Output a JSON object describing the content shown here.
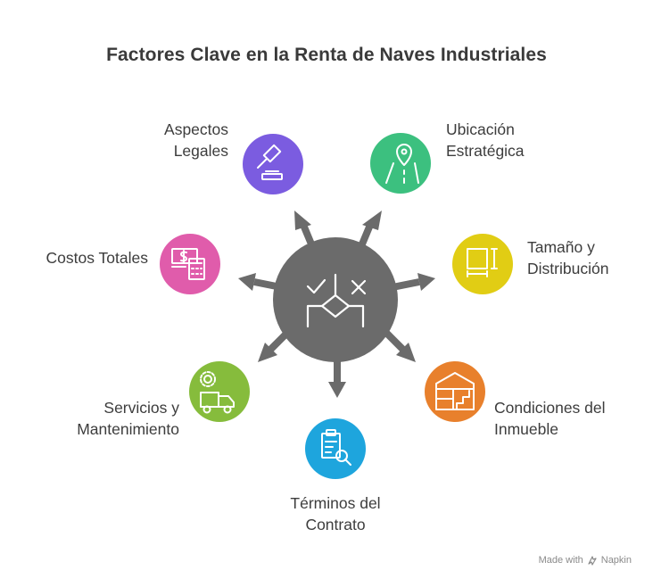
{
  "title": "Factores Clave en la Renta de Naves Industriales",
  "nodes": {
    "legal": {
      "line1": "Aspectos",
      "line2": "Legales",
      "color": "#7b5ce0",
      "icon": "gavel-icon"
    },
    "location": {
      "line1": "Ubicación",
      "line2": "Estratégica",
      "color": "#3cc07f",
      "icon": "map-pin-road-icon"
    },
    "size": {
      "line1": "Tamaño y",
      "line2": "Distribución",
      "color": "#e1cd14",
      "icon": "floor-plan-icon"
    },
    "condition": {
      "line1": "Condiciones del",
      "line2": "Inmueble",
      "color": "#e8802c",
      "icon": "building-layout-icon"
    },
    "contract": {
      "line1": "Términos del",
      "line2": "Contrato",
      "color": "#1ea5dd",
      "icon": "document-search-icon"
    },
    "services": {
      "line1": "Servicios y",
      "line2": "Mantenimiento",
      "color": "#86bc3c",
      "icon": "truck-gear-icon"
    },
    "costs": {
      "line1": "Costos Totales",
      "color": "#e05cab",
      "icon": "money-calculator-icon"
    }
  },
  "hub": {
    "color": "#6b6b6b",
    "icon": "decision-check-cross-icon"
  },
  "footer": {
    "made_with": "Made with",
    "brand": "Napkin"
  }
}
